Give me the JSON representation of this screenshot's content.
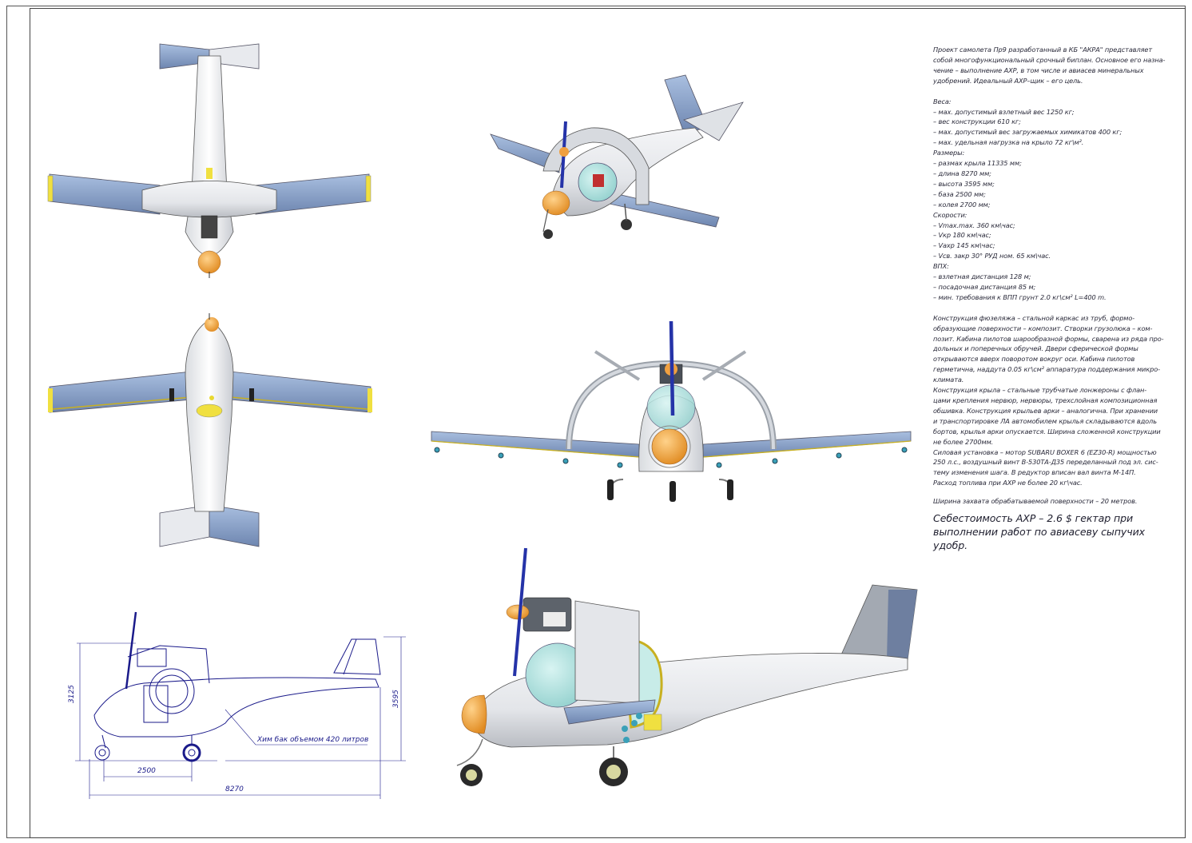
{
  "description": {
    "intro": [
      "Проект самолета Пр9 разработанный в КБ \"АКРА\" представляет",
      "собой многофункциональный срочный биплан. Основное его назна-",
      "чение – выполнение АХР, в том числе и авиасев минеральных",
      "удобрений. Идеальный АХР–щик – его цель."
    ],
    "specs": [
      "Веса:",
      "– мах. допустимый взлетный вес 1250 кг;",
      "– вес конструкции 610 кг;",
      "– мах. допустимый вес загружаемых химикатов 400 кг;",
      "– мах. удельная нагрузка на крыло 72 кг\\м².",
      "Размеры:",
      "– размах крыла 11335 мм;",
      "– длина 8270 мм;",
      "– высота 3595 мм;",
      "– база 2500 мм;",
      "– колея 2700 мм;",
      "Скорости:",
      "– Vmax.max. 360 км\\час;",
      "– Vкр 180 км\\час;",
      "– Vахр 145 км\\час;",
      "– Vсв. закр 30° РУД ном. 65 км\\час.",
      "ВПХ:",
      "– взлетная дистанция 128 м;",
      "– посадочная дистанция 85 м;",
      "– мин. требования к ВПП грунт 2.0 кг\\см² L=400 m."
    ],
    "construction": [
      "Конструкция фюзеляжа – стальной каркас из труб, формо-",
      "образующие поверхности – композит. Створки грузолюка – ком-",
      "позит. Кабина пилотов шарообразной формы, сварена из ряда про-",
      "дольных и поперечных обручей. Двери сферической формы",
      "открываются вверх поворотом вокруг оси. Кабина пилотов",
      "герметична, наддута 0.05 кг\\см² аппаратура поддержания микро-",
      "климата.",
      "Конструкция крыла – стальные трубчатые лонжероны с флан-",
      "цами крепления нервюр, нервюры, трехслойная композиционная",
      "обшивка. Конструкция крыльев арки – аналогична. При хранении",
      "и транспортировке ЛА автомобилем крылья складываются вдоль",
      "бортов, крылья арки опускается. Ширина сложенной конструкции",
      "не более 2700мм.",
      "Силовая установка – мотор SUBARU BOXER 6 (EZ30-R) мощностью",
      "250 л.с., воздушный винт В-530ТА-Д35 переделанный под эл. сис-",
      "тему изменения шага. В редуктор вписан вал винта М-14П.",
      "Расход топлива при АХР не более 20 кг\\час."
    ],
    "width_note": "Ширина захвата обрабатываемой поверхности – 20 метров.",
    "cost": [
      "Себестоимость АХР – 2.6 $ гектар при",
      "выполнении работ по авиасеву сыпучих удобр."
    ]
  },
  "drawing": {
    "dim_height_left": "3125",
    "dim_height_right": "3595",
    "dim_base": "2500",
    "dim_length": "8270",
    "tank_note": "Хим бак объемом 420 литров"
  },
  "colors": {
    "wing_blue": "#8aa2c8",
    "body_white": "#eef0f2",
    "spinner_orange": "#f0a040",
    "accent_yellow": "#f0e040",
    "line_blue": "#1a1a8a"
  }
}
